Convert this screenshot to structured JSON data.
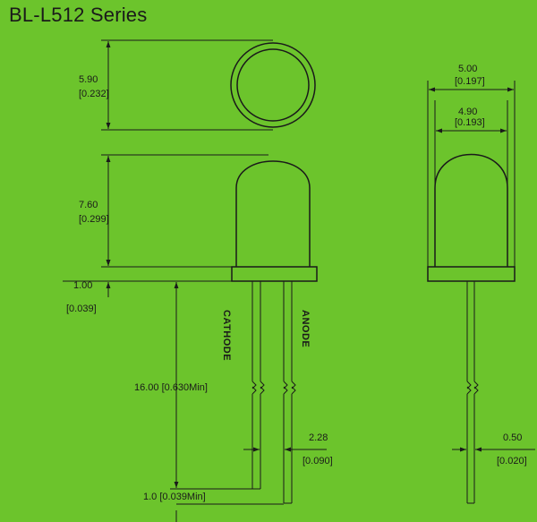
{
  "title": "BL-L512 Series",
  "dimensions": {
    "top_height_mm": "5.90",
    "top_height_in": "[0.232]",
    "body_height_mm": "7.60",
    "body_height_in": "[0.299]",
    "flange_mm": "1.00",
    "flange_in": "[0.039]",
    "lead_length": "16.00 [0.630Min]",
    "lead_end": "1.0 [0.039Min]",
    "pitch_mm": "2.28",
    "pitch_in": "[0.090]",
    "outer_dia_mm": "5.00",
    "outer_dia_in": "[0.197]",
    "inner_dia_mm": "4.90",
    "inner_dia_in": "[0.193]",
    "lead_width_mm": "0.50",
    "lead_width_in": "[0.020]"
  },
  "pins": {
    "cathode": "CATHODE",
    "anode": "ANODE"
  }
}
